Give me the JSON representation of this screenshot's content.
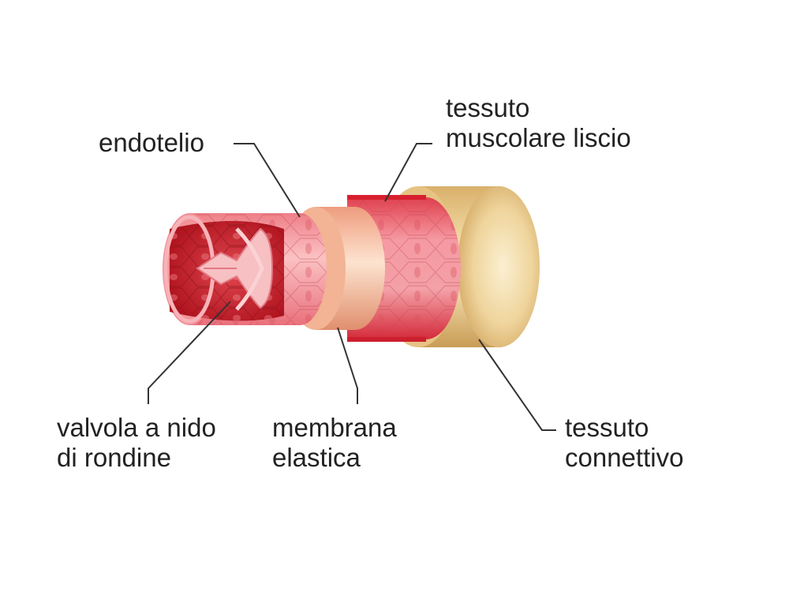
{
  "labels": {
    "endotelio": [
      "endotelio"
    ],
    "muscolare": [
      "tessuto",
      "muscolare liscio"
    ],
    "valvola": [
      "valvola a nido",
      "di rondine"
    ],
    "membrana": [
      "membrana",
      "elastica"
    ],
    "connettivo": [
      "tessuto",
      "connettivo"
    ]
  },
  "colors": {
    "connective": "#e9c98c",
    "connective_dark": "#c99c55",
    "muscle": "#f27d8a",
    "muscle_dark": "#d92b3c",
    "elastic": "#f7c8a8",
    "endothelium": "#f4a0a8",
    "lumen": "#c8202c",
    "leader_line": "#333333"
  }
}
